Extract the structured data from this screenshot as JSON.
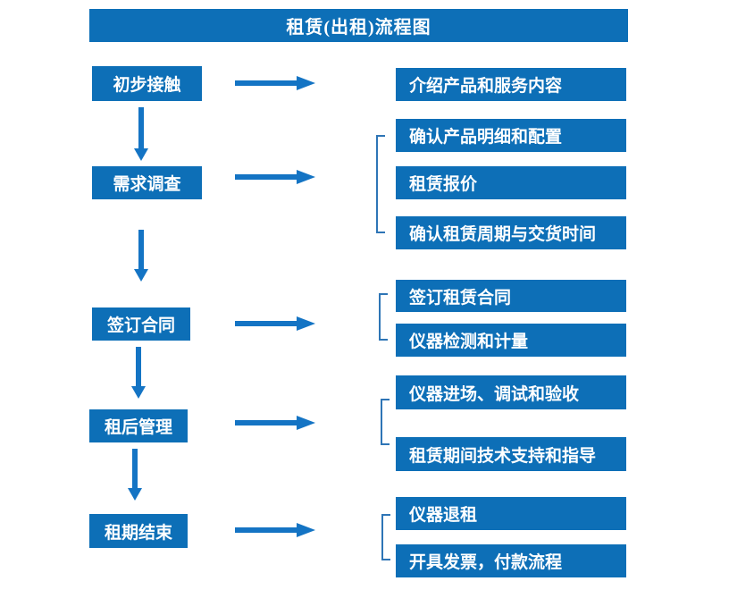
{
  "title": "租赁(出租)流程图",
  "colors": {
    "box_fill": "#0d6fb7",
    "arrow": "#1474c4",
    "bracket": "#2e75b6",
    "box_text": "#ffffff",
    "background": "#ffffff"
  },
  "stages": [
    {
      "label": "初步接触",
      "outputs": [
        "介绍产品和服务内容"
      ]
    },
    {
      "label": "需求调查",
      "outputs": [
        "确认产品明细和配置",
        "租赁报价",
        "确认租赁周期与交货时间"
      ]
    },
    {
      "label": "签订合同",
      "outputs": [
        "签订租赁合同",
        "仪器检测和计量"
      ]
    },
    {
      "label": "租后管理",
      "outputs": [
        "仪器进场、调试和验收",
        "租赁期间技术支持和指导"
      ]
    },
    {
      "label": "租期结束",
      "outputs": [
        "仪器退租",
        "开具发票，付款流程"
      ]
    }
  ]
}
